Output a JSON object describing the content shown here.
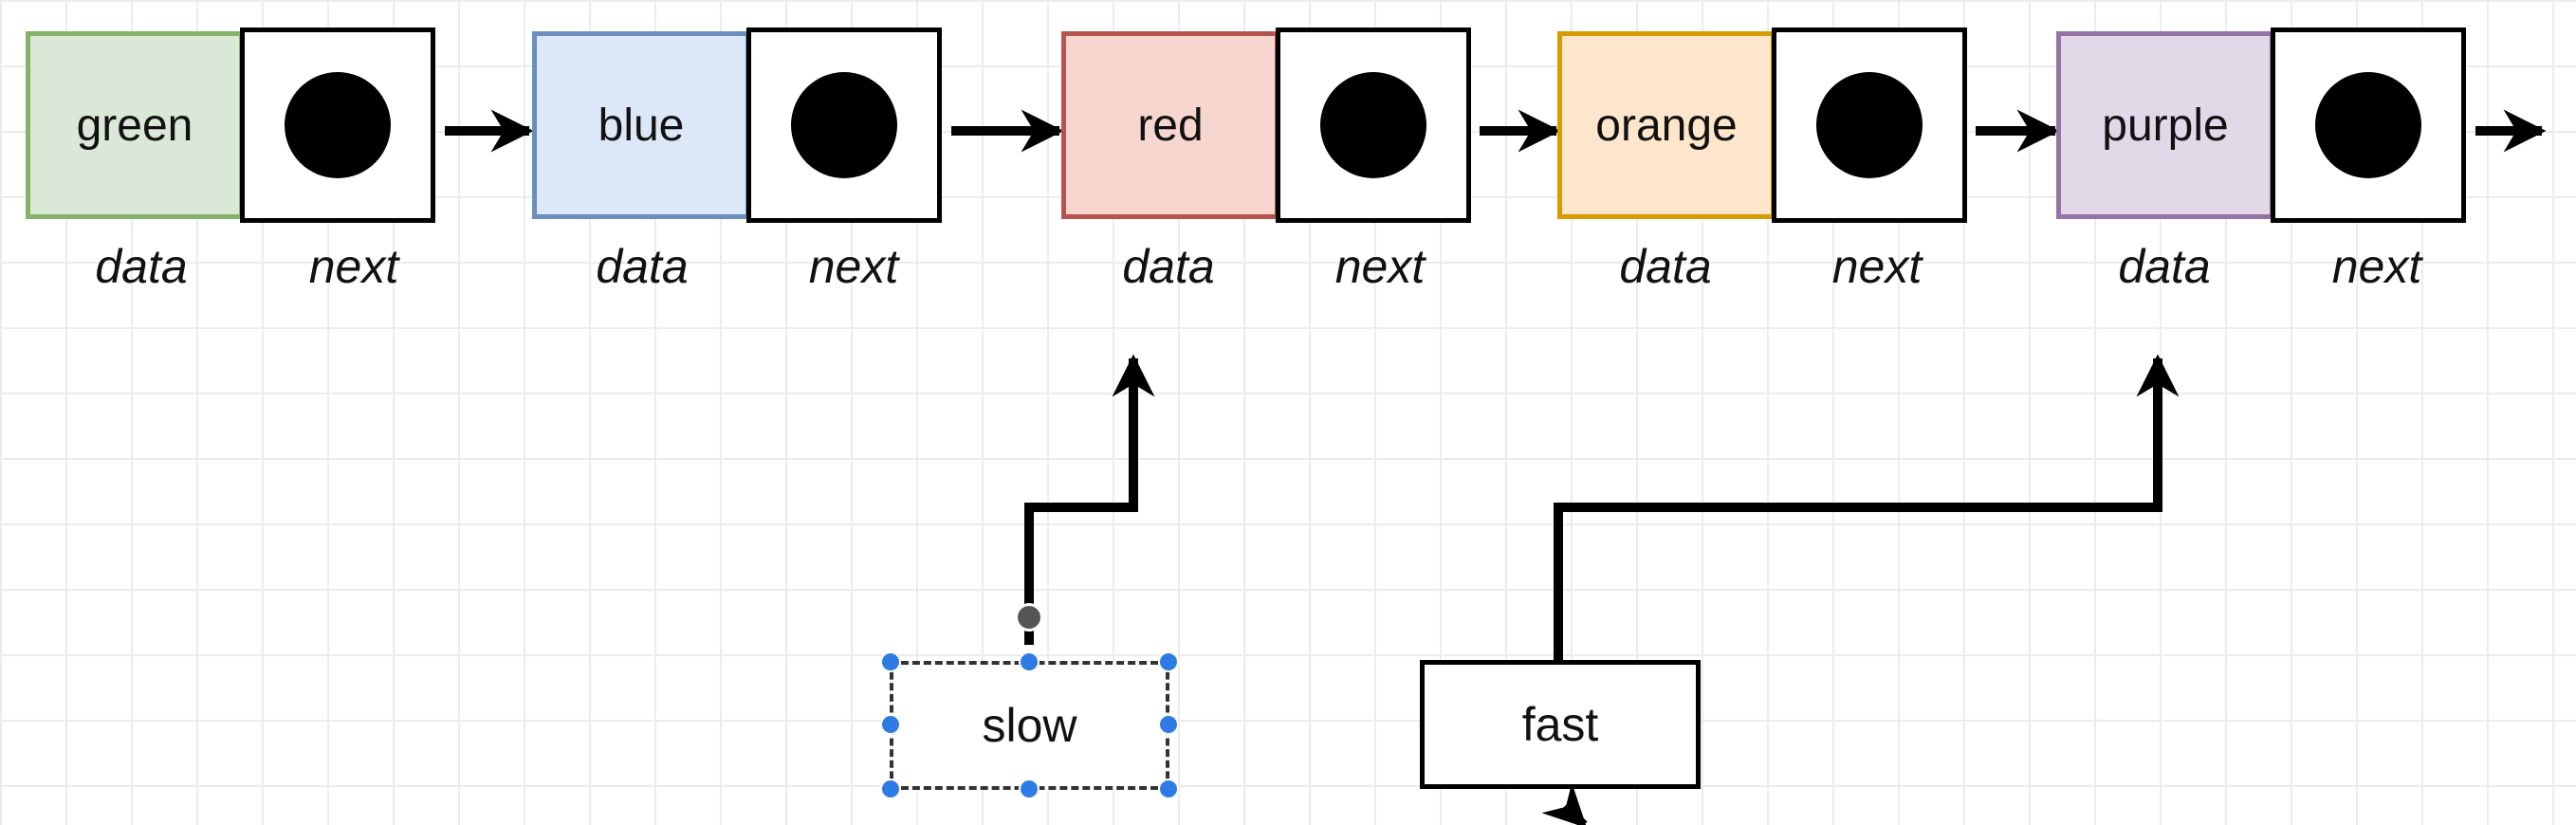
{
  "nodes": [
    {
      "label": "green",
      "fill": "#dae8d7",
      "stroke": "#82b366"
    },
    {
      "label": "blue",
      "fill": "#dce8f8",
      "stroke": "#6c8ebf"
    },
    {
      "label": "red",
      "fill": "#f8d6d0",
      "stroke": "#b85450"
    },
    {
      "label": "orange",
      "fill": "#fde6cb",
      "stroke": "#d79b00"
    },
    {
      "label": "purple",
      "fill": "#e2d9e8",
      "stroke": "#9673a6"
    }
  ],
  "captions": {
    "data": "data",
    "next": "next"
  },
  "pointers": {
    "slow": {
      "label": "slow",
      "target": "red",
      "selected": true
    },
    "fast": {
      "label": "fast",
      "target": "purple",
      "selected": false
    }
  },
  "colors": {
    "selection": "#2f7be5",
    "line": "#000000"
  }
}
